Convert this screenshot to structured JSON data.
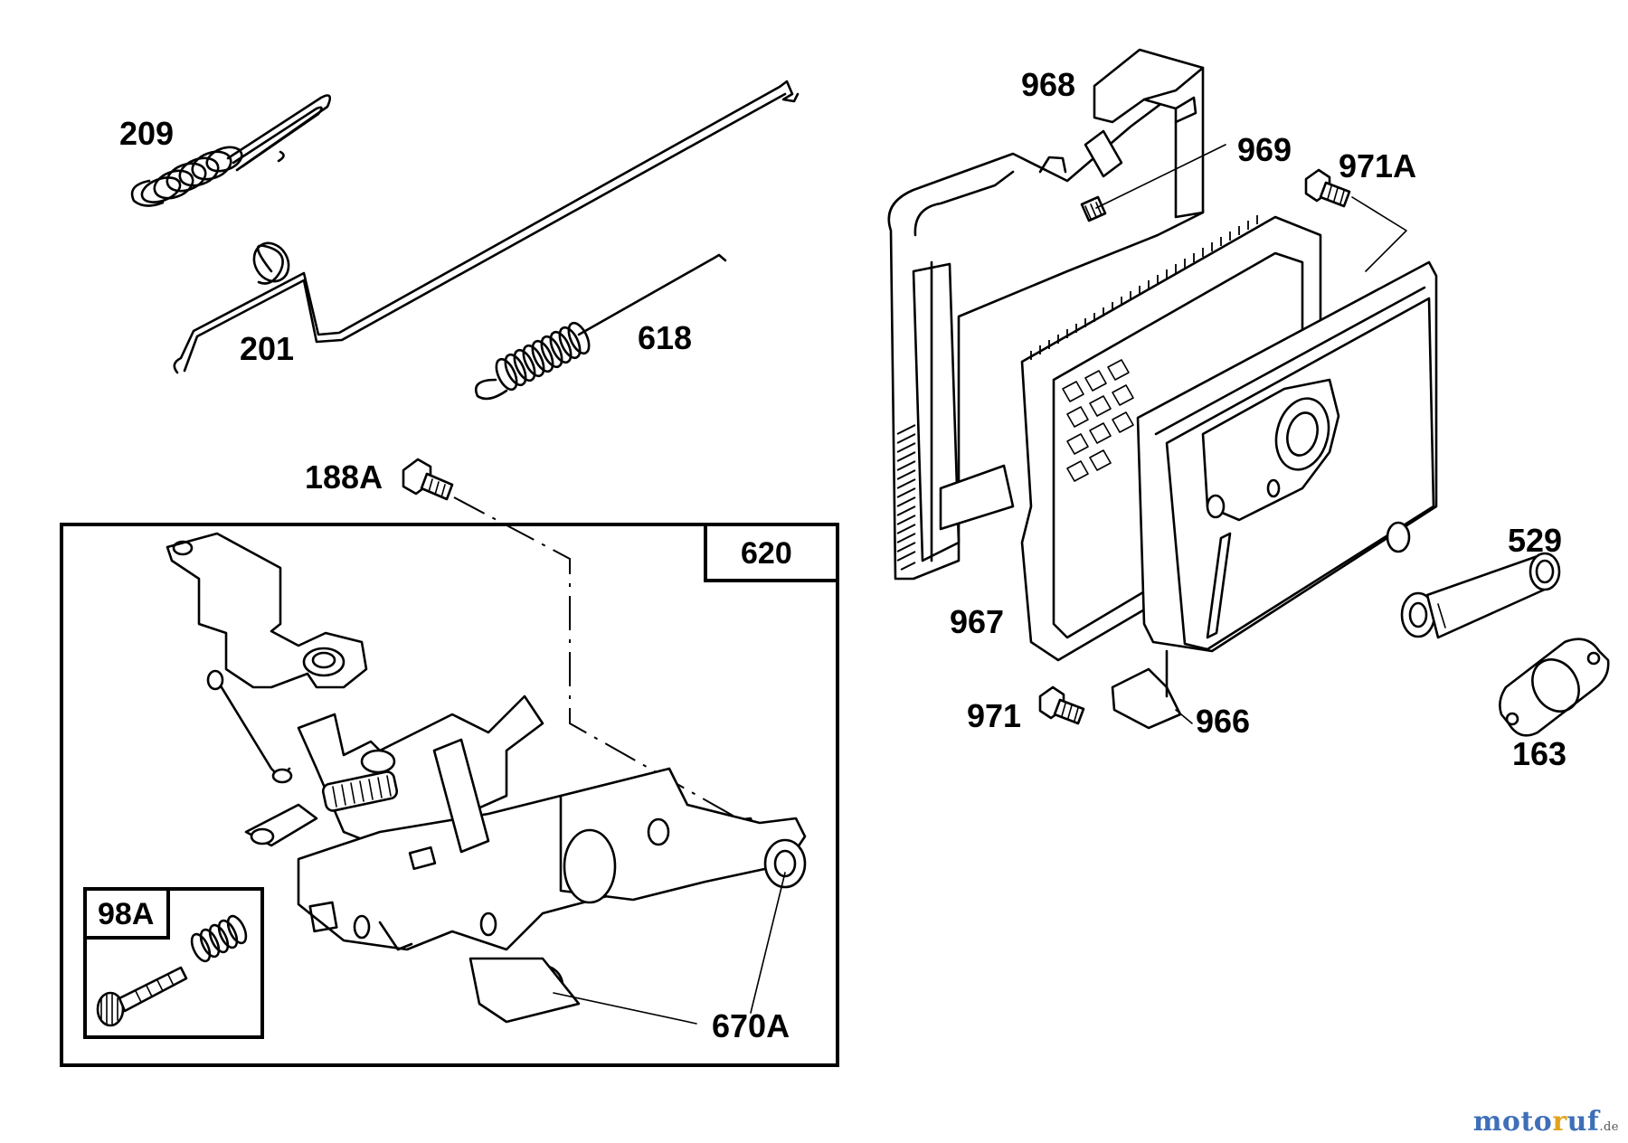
{
  "labels": {
    "p209": "209",
    "p201": "201",
    "p618": "618",
    "p188A": "188A",
    "p620": "620",
    "p98A": "98A",
    "p670A": "670A",
    "p968": "968",
    "p969": "969",
    "p971A": "971A",
    "p967": "967",
    "p971": "971",
    "p966": "966",
    "p529": "529",
    "p163": "163"
  },
  "watermark": {
    "part1": "moto",
    "part2": "r",
    "part3": "uf",
    "part4": ".de"
  }
}
